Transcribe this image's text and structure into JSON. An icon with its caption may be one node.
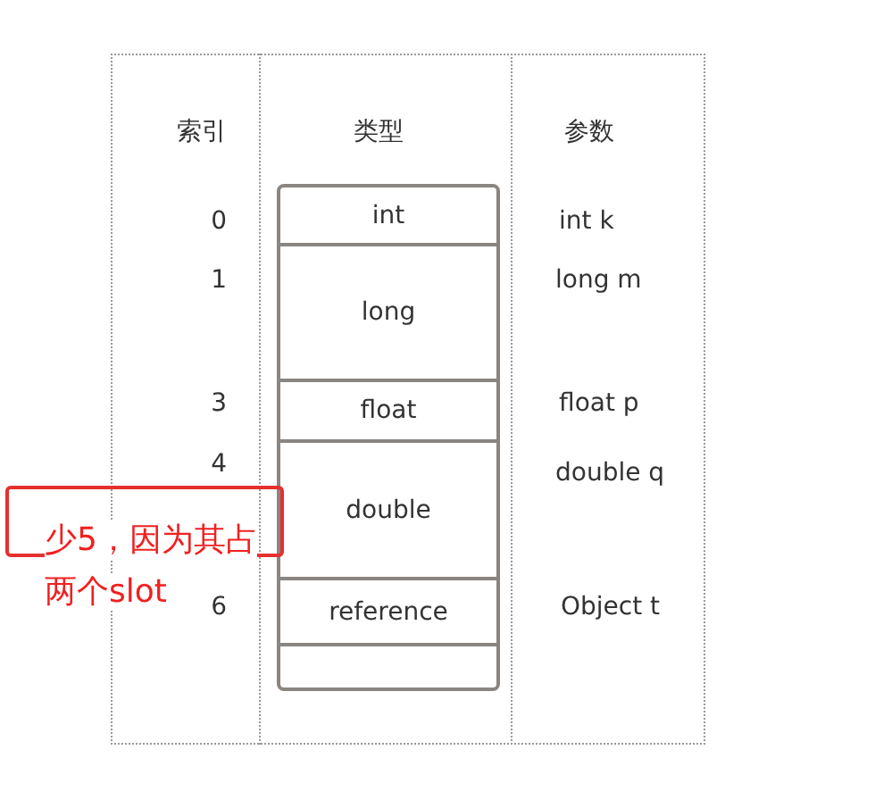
{
  "diagram": {
    "nodes": [
      {
        "text": [],
        "shape": "box"
      },
      {
        "text": [
          "int"
        ],
        "in": 0
      },
      {
        "text": [
          "long"
        ],
        "in": 0
      },
      {
        "text": [
          "float"
        ],
        "in": 0
      },
      {
        "text": [
          "double"
        ],
        "in": 0
      },
      {
        "text": [
          "reference"
        ],
        "in": 0
      },
      {
        "text": [],
        "shape": "box",
        "in": 0
      },
      {
        "text": [
          "少5，因为其占两个slot"
        ]
      }
    ],
    "labels": [
      "索引",
      "类型",
      "参数",
      "0",
      "int k",
      "1",
      "long m",
      "3",
      "float p",
      "4",
      "double q",
      "6",
      "Object t"
    ]
  }
}
